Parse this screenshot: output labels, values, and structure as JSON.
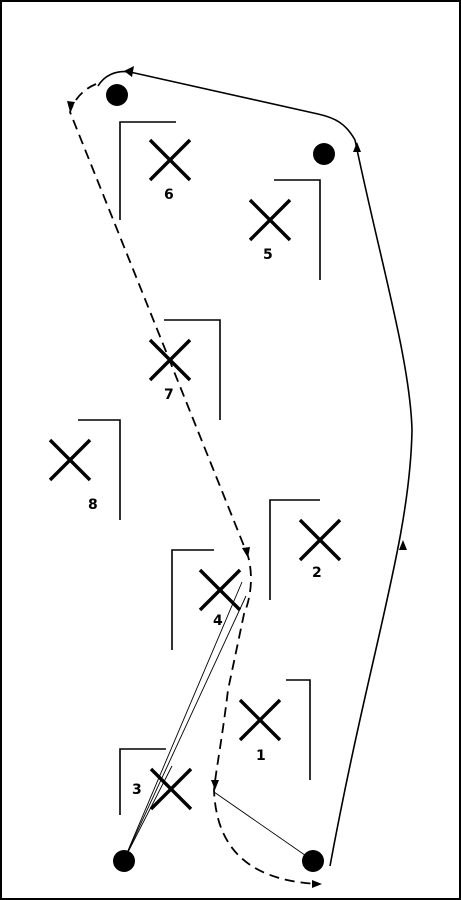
{
  "course": {
    "obstacles": [
      {
        "id": "obstacle-1",
        "number": "1"
      },
      {
        "id": "obstacle-2",
        "number": "2"
      },
      {
        "id": "obstacle-3",
        "number": "3"
      },
      {
        "id": "obstacle-4",
        "number": "4"
      },
      {
        "id": "obstacle-5",
        "number": "5"
      },
      {
        "id": "obstacle-6",
        "number": "6"
      },
      {
        "id": "obstacle-7",
        "number": "7"
      },
      {
        "id": "obstacle-8",
        "number": "8"
      }
    ],
    "pylons": [
      "pylon-top-left",
      "pylon-top-right",
      "pylon-bottom-left",
      "pylon-bottom-right"
    ],
    "colors": {
      "line": "#000000",
      "background": "#ffffff"
    }
  }
}
